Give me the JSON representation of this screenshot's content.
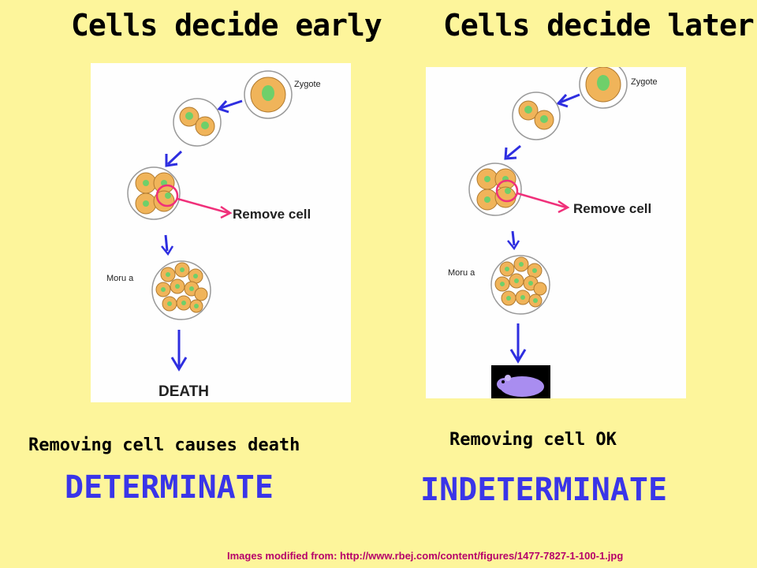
{
  "left": {
    "title": "Cells decide early",
    "labels": {
      "zygote": "Zygote",
      "remove": "Remove cell",
      "morula": "Moru a",
      "outcome": "DEATH"
    },
    "caption": "Removing cell causes death",
    "verdict": "DETERMINATE"
  },
  "right": {
    "title": "Cells decide later",
    "labels": {
      "zygote": "Zygote",
      "remove": "Remove cell",
      "morula": "Moru a"
    },
    "caption": "Removing cell OK",
    "verdict": "INDETERMINATE"
  },
  "source": "Images modified from: http://www.rbej.com/content/figures/1477-7827-1-100-1.jpg",
  "colors": {
    "background": "#fdf59b",
    "arrow": "#2e2ee0",
    "remove_arrow": "#f0307a",
    "verdict": "#3a35e8",
    "source": "#b6006a",
    "cell": "#f0b45a",
    "nucleus": "#6fcf6a"
  }
}
